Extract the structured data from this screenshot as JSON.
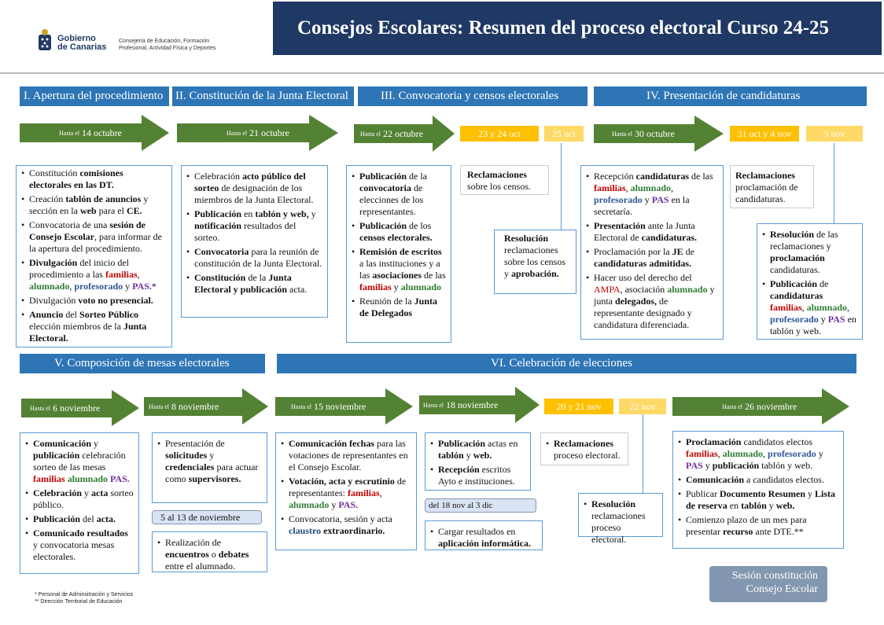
{
  "title": "Consejos Escolares: Resumen del proceso electoral Curso 24-25",
  "logo": {
    "name1": "Gobierno",
    "name2": "de Canarias",
    "dept1": "Consejería de Educación, Formación",
    "dept2": "Profesional, Actividad Física y Deportes"
  },
  "sections": {
    "s1": "I. Apertura del procedimiento",
    "s2": "II. Constitución de la Junta Electoral",
    "s3": "III. Convocatoria y censos electorales",
    "s4": "IV. Presentación de candidaturas",
    "s5": "V. Composición de mesas electorales",
    "s6": "VI. Celebración de elecciones"
  },
  "hasta": "Hasta el",
  "dates": {
    "a1": "14 octubre",
    "a2": "21 octubre",
    "a3": "22 octubre",
    "p1": "23 y 24 oct",
    "p2": "25 oct",
    "a4": "30 octubre",
    "p3": "31 oct y 4 nov",
    "p4": "5 nov",
    "b1": "6 noviembre",
    "b2": "8 noviembre",
    "b3": "15 noviembre",
    "b4": "18 noviembre",
    "p5": "20 y 21 nov",
    "p6": "22 nov",
    "b5": "26 noviembre"
  },
  "range1": "5 al 13 de noviembre",
  "range2": "del 18 nov al 3 dic",
  "sesion": {
    "line1": "Sesión constitución",
    "line2": "Consejo Escolar"
  },
  "footnotes": {
    "f1": "* Personal de Adminsitración y Servicios",
    "f2": "** Dirección Territorial de Educación"
  },
  "colors": {
    "navy": "#1f3864",
    "section": "#2e75b6",
    "arrow": "#548235",
    "orange": "#ffc000",
    "light_orange": "#ffd966"
  }
}
